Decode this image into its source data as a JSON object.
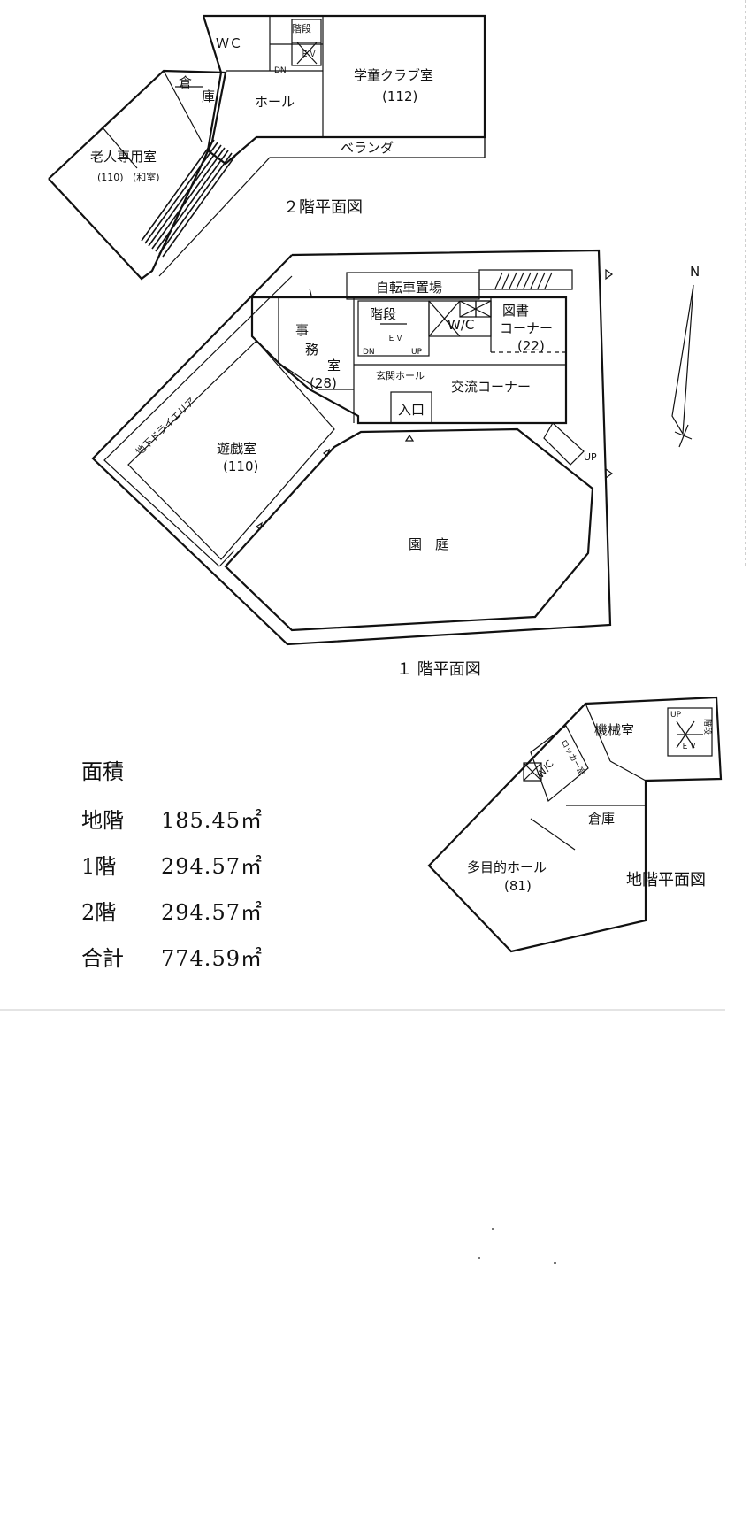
{
  "floor2": {
    "title": "２階平面図",
    "rooms": {
      "wc": "ＷＣ",
      "stairs": "階段",
      "ev": "ＥＶ",
      "dn": "DN",
      "storage_a": "倉",
      "storage_b": "庫",
      "hall": "ホール",
      "club_room": "学童クラブ室",
      "club_room_area": "(112)",
      "elderly_room": "老人専用室",
      "elderly_room_area": "(110)",
      "elderly_room_note": "(和室)",
      "veranda": "ベランダ"
    }
  },
  "floor1": {
    "title": "１ 階平面図",
    "rooms": {
      "bicycle": "自転車置場",
      "stairs": "階段",
      "ev": "ＥＶ",
      "dn": "DN",
      "up": "UP",
      "wc": "W/C",
      "library": "図書",
      "library_corner": "コーナー",
      "library_area": "(22)",
      "office_1": "事",
      "office_2": "務",
      "office_3": "室",
      "office_area": "(28)",
      "entrance_hall": "玄関ホール",
      "exchange_corner": "交流コーナー",
      "entrance": "入口",
      "dry_area": "地下ドライエリア",
      "playroom": "遊戯室",
      "playroom_area": "(110)",
      "garden": "園　庭",
      "ramp_up": "UP"
    }
  },
  "basement": {
    "title": "地階平面図",
    "rooms": {
      "machine_room": "機械室",
      "stairs": "階段",
      "ev": "ＥＶ",
      "up": "UP",
      "locker": "ロッカー室",
      "wc": "W/C",
      "storage": "倉庫",
      "multipurpose_hall": "多目的ホール",
      "multipurpose_area": "(81)"
    }
  },
  "north_label": "N",
  "area_table": {
    "heading": "面積",
    "rows": [
      {
        "label": "地階",
        "value": "185.45㎡"
      },
      {
        "label": "1階",
        "value": "294.57㎡"
      },
      {
        "label": "2階",
        "value": "294.57㎡"
      },
      {
        "label": "合計",
        "value": "774.59㎡"
      }
    ]
  }
}
